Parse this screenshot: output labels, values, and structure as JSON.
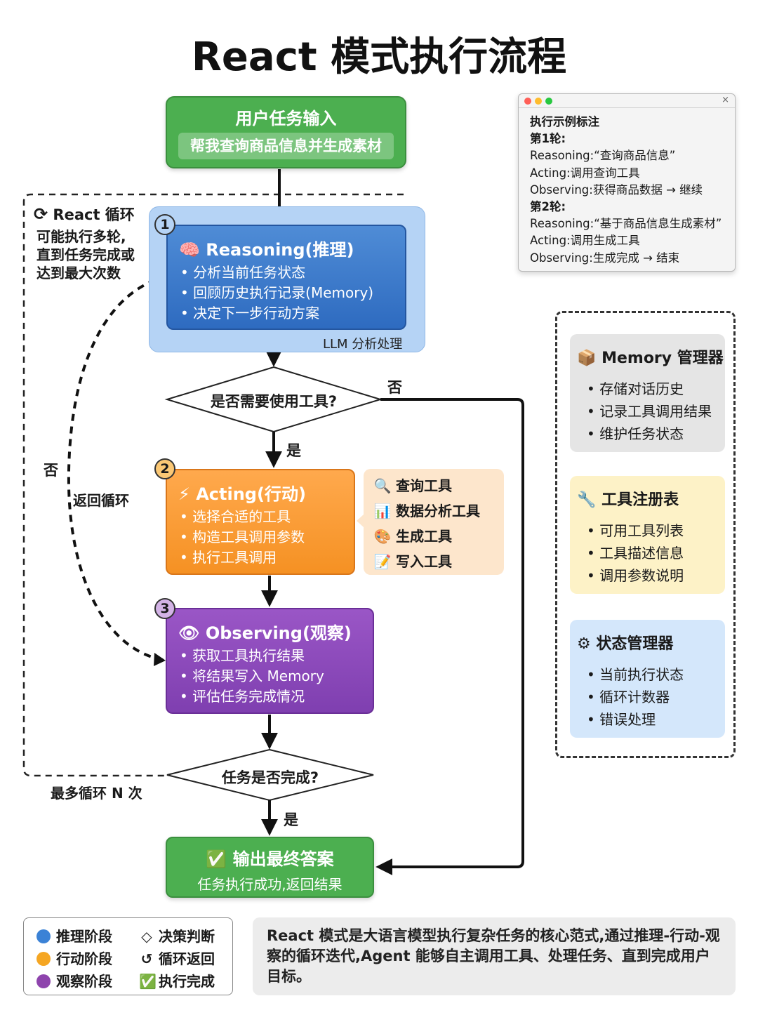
{
  "title": "React 模式执行流程",
  "start": {
    "title": "用户任务输入",
    "example": "帮我查询商品信息并生成素材"
  },
  "loop": {
    "label": "React 循环",
    "desc": [
      "可能执行多轮,",
      "直到任务完成或",
      "达到最大次数"
    ],
    "no_label": "否",
    "return_label": "返回循环",
    "max_label": "最多循环 N 次"
  },
  "reasoning": {
    "badge": "1",
    "icon": "brain-icon",
    "title": "Reasoning(推理)",
    "items": [
      "分析当前任务状态",
      "回顾历史执行记录(Memory)",
      "决定下一步行动方案"
    ],
    "footer": "LLM 分析处理"
  },
  "decision1": {
    "text": "是否需要使用工具?",
    "no": "否",
    "yes": "是"
  },
  "acting": {
    "badge": "2",
    "icon": "lightning-icon",
    "title": "Acting(行动)",
    "items": [
      "选择合适的工具",
      "构造工具调用参数",
      "执行工具调用"
    ]
  },
  "tools": [
    {
      "icon": "magnifier-icon",
      "label": "查询工具"
    },
    {
      "icon": "bar-chart-icon",
      "label": "数据分析工具"
    },
    {
      "icon": "palette-icon",
      "label": "生成工具"
    },
    {
      "icon": "memo-icon",
      "label": "写入工具"
    }
  ],
  "observing": {
    "badge": "3",
    "icon": "eye-icon",
    "title": "Observing(观察)",
    "items": [
      "获取工具执行结果",
      "将结果写入 Memory",
      "评估任务完成情况"
    ]
  },
  "decision2": {
    "text": "任务是否完成?",
    "yes": "是"
  },
  "output": {
    "icon": "check-mark-icon",
    "title": "输出最终答案",
    "sub": "任务执行成功,返回结果"
  },
  "example": {
    "close": "×",
    "heading": "执行示例标注",
    "round1": "第1轮:",
    "r1_reasoning": "Reasoning:“查询商品信息”",
    "r1_acting": "Acting:调用查询工具",
    "r1_observing": "Observing:获得商品数据 → 继续",
    "round2": "第2轮:",
    "r2_reasoning": "Reasoning:“基于商品信息生成素材”",
    "r2_acting": "Acting:调用生成工具",
    "r2_observing": "Observing:生成完成 → 结束"
  },
  "panels": {
    "memory": {
      "icon": "package-icon",
      "title": "Memory 管理器",
      "items": [
        "存储对话历史",
        "记录工具调用结果",
        "维护任务状态"
      ]
    },
    "tools": {
      "icon": "wrench-icon",
      "title": "工具注册表",
      "items": [
        "可用工具列表",
        "工具描述信息",
        "调用参数说明"
      ]
    },
    "state": {
      "icon": "gear-icon",
      "title": "状态管理器",
      "items": [
        "当前执行状态",
        "循环计数器",
        "错误处理"
      ]
    }
  },
  "legend": {
    "reasoning": "推理阶段",
    "acting": "行动阶段",
    "observing": "观察阶段",
    "decision": "决策判断",
    "loop": "循环返回",
    "done": "执行完成"
  },
  "summary": "React 模式是大语言模型执行复杂任务的核心范式,通过推理-行动-观察的循环迭代,Agent 能够自主调用工具、处理任务、直到完成用户目标。",
  "colors": {
    "reasoning": "#2e6bc0",
    "acting": "#f59123",
    "observing": "#7f3fb0",
    "success": "#4caf50"
  }
}
